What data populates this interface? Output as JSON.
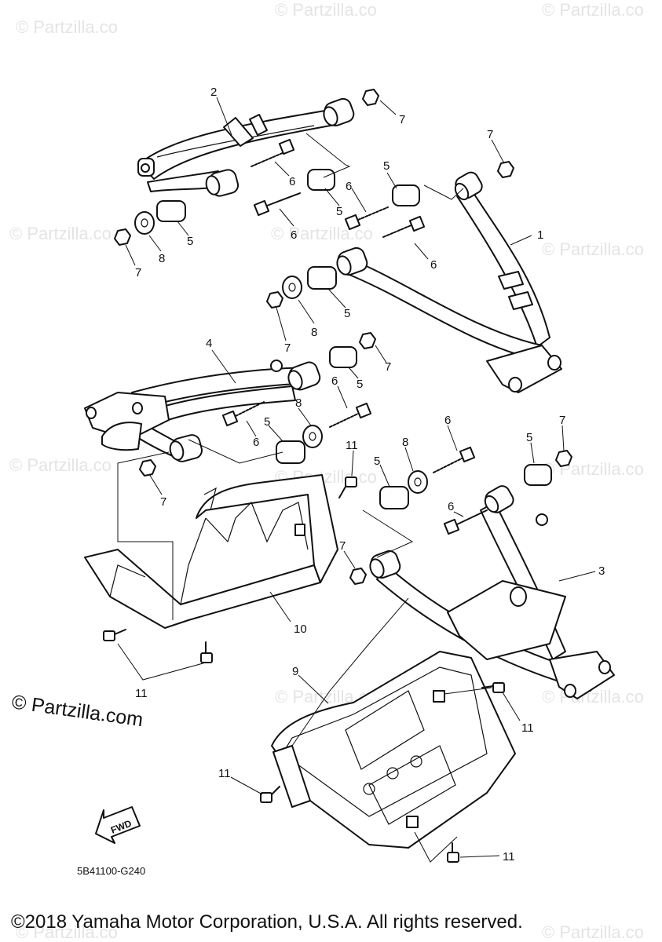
{
  "watermark": "© Partzilla.co",
  "brand_mark": "© Partzilla.com",
  "drawing_code": "5B41100-G240",
  "fwd_label": "FWD",
  "copyright": "©2018 Yamaha Motor Corporation, U.S.A. All rights reserved.",
  "callouts": {
    "c1": "1",
    "c2": "2",
    "c3": "3",
    "c4": "4",
    "c5": "5",
    "c6": "6",
    "c7": "7",
    "c8": "8",
    "c9": "9",
    "c10": "10",
    "c11": "11"
  },
  "colors": {
    "line": "#111111",
    "watermark": "#e4e4e4",
    "background": "#ffffff"
  }
}
